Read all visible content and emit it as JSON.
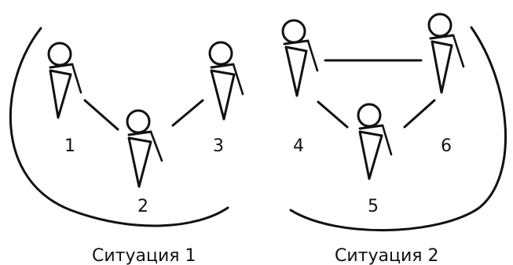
{
  "situations": [
    {
      "caption": "Ситуация 1",
      "people": [
        "1",
        "2",
        "3"
      ]
    },
    {
      "caption": "Ситуация 2",
      "people": [
        "4",
        "5",
        "6"
      ]
    }
  ]
}
